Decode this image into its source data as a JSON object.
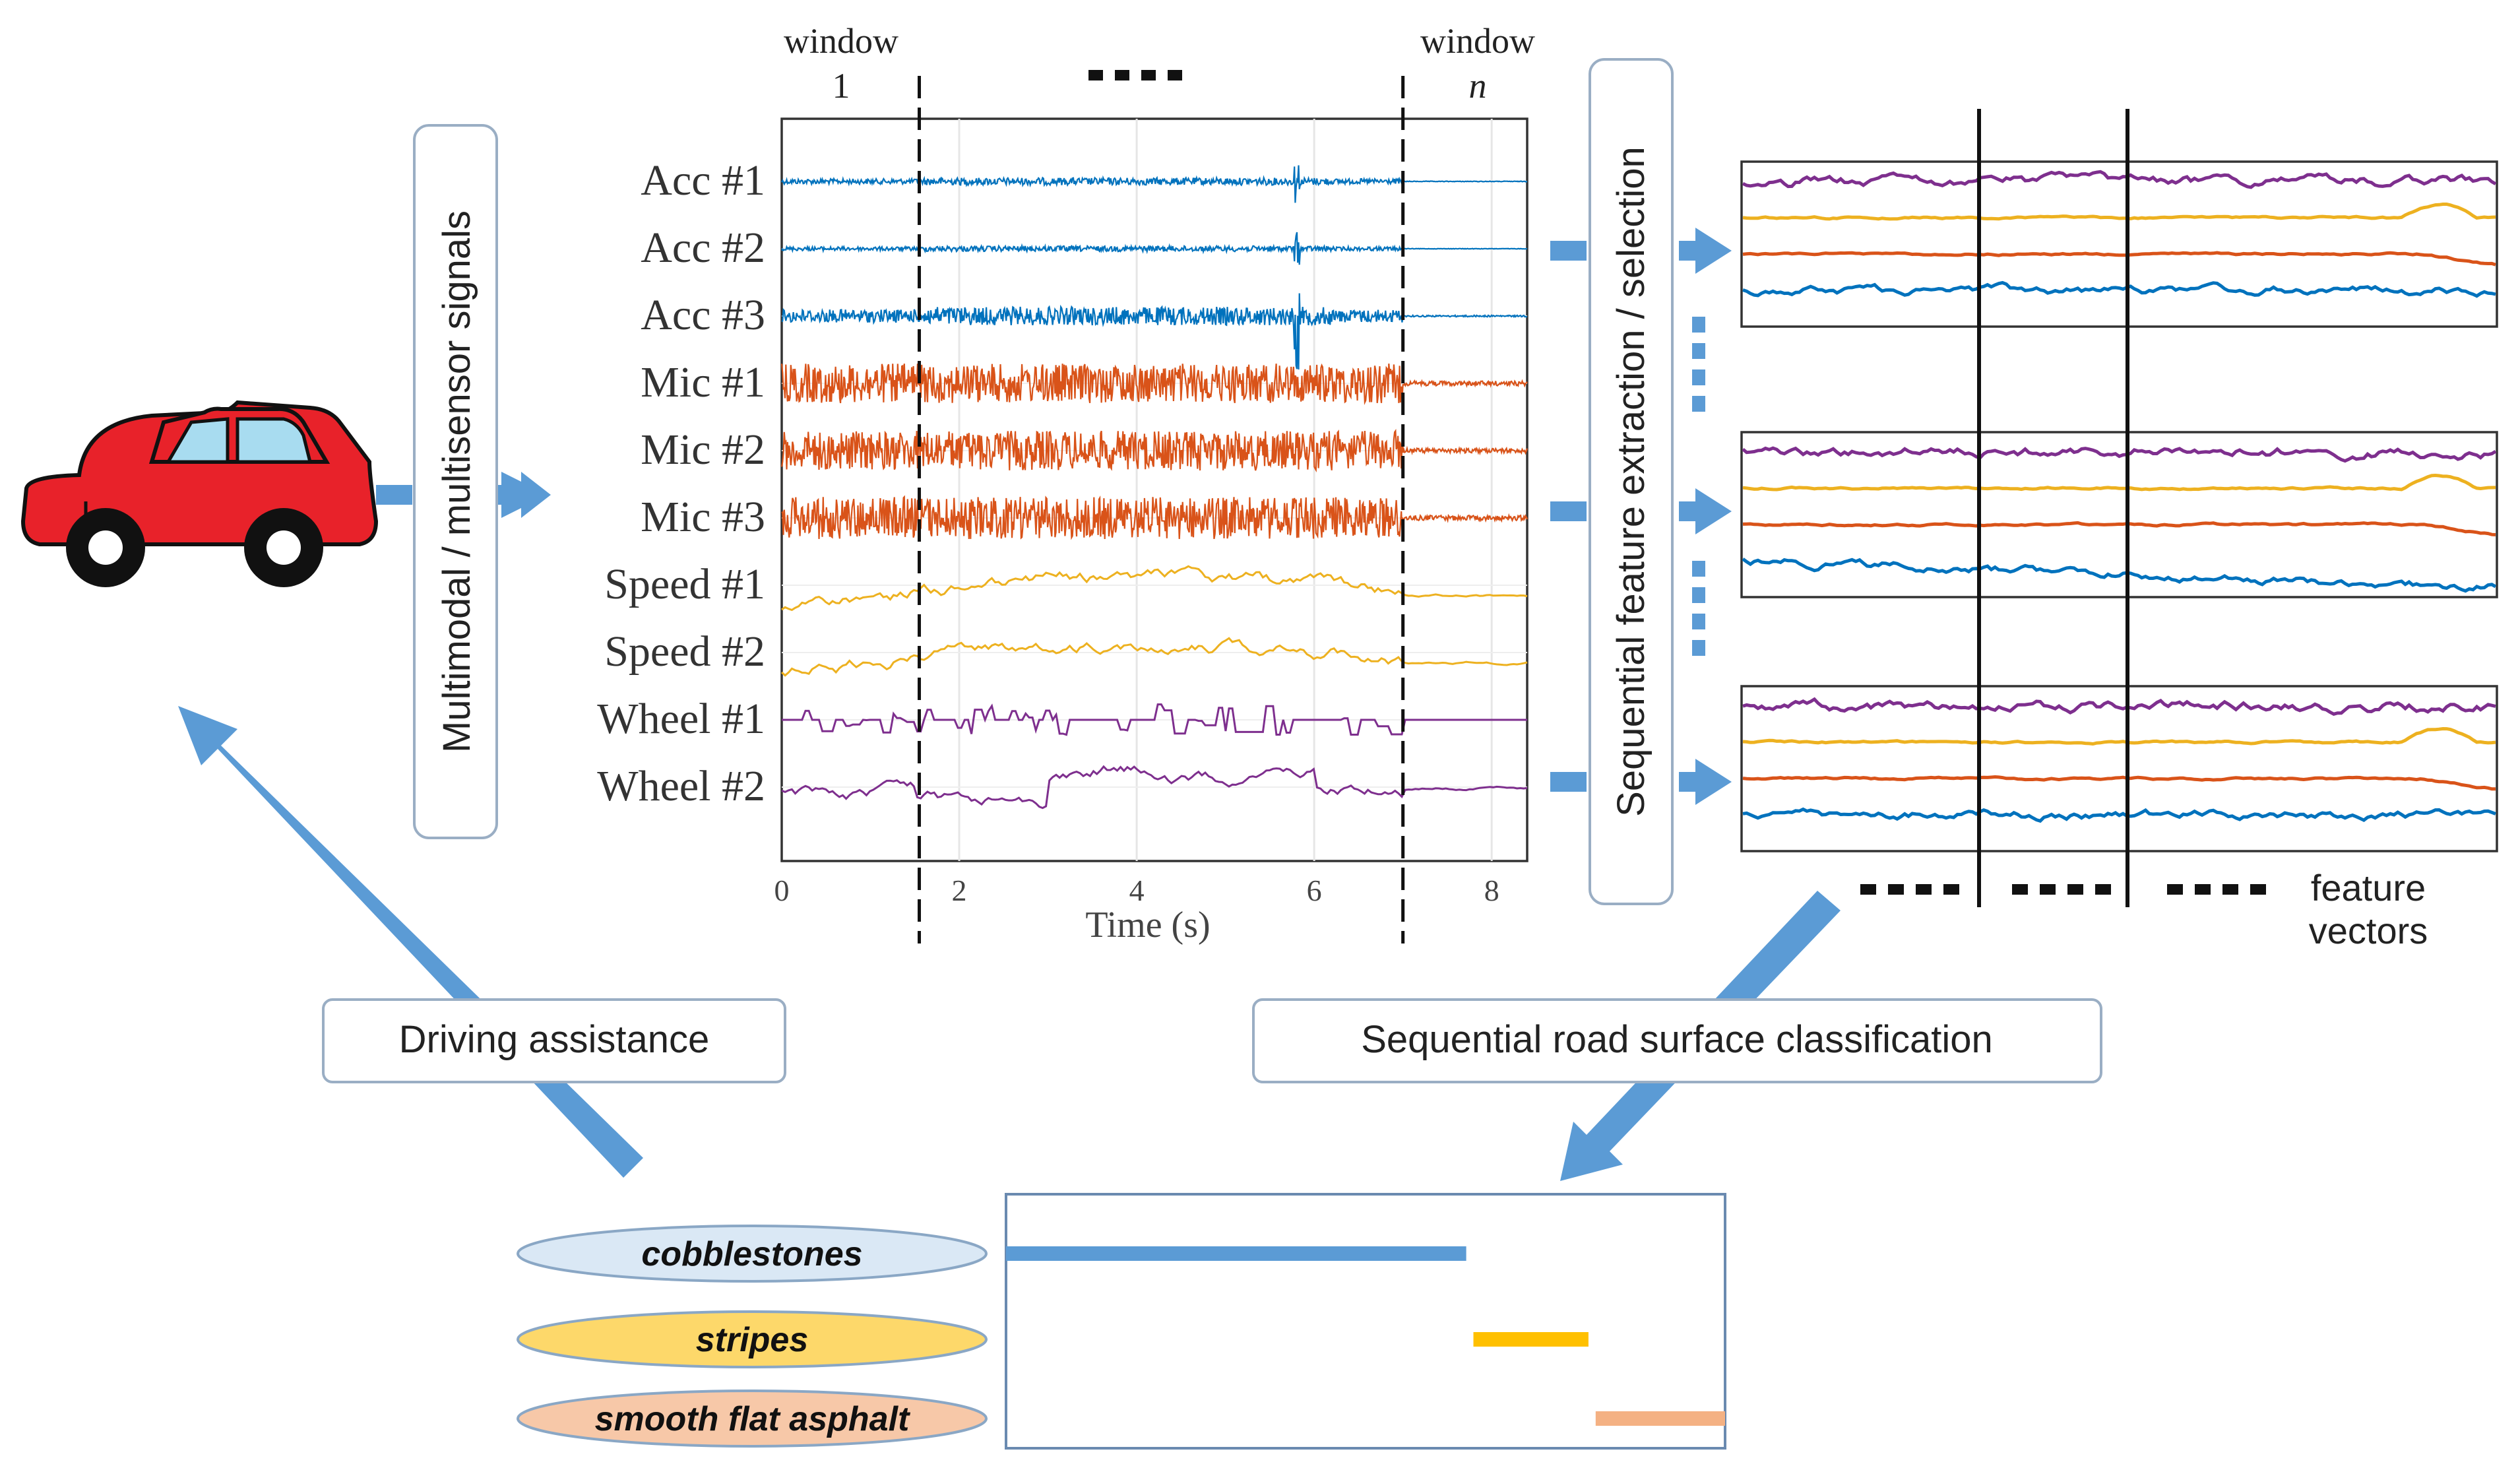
{
  "labels": {
    "multisensor": "Multimodal / multisensor signals",
    "feature_extraction": "Sequential feature extraction / selection",
    "driving_assistance": "Driving assistance",
    "classification": "Sequential road surface classification",
    "feature_vectors_1": "feature",
    "feature_vectors_2": "vectors"
  },
  "signal_plot": {
    "window_first_1": "window",
    "window_first_2": "1",
    "window_last_1": "window",
    "window_last_2": "n",
    "xlabel": "Time (s)",
    "xticks": [
      "0",
      "2",
      "4",
      "6",
      "8"
    ],
    "x_range": [
      0,
      8.4
    ],
    "channels": [
      {
        "name": "Acc #1",
        "type": "noise",
        "amp": 4,
        "color": "#0072bd"
      },
      {
        "name": "Acc #2",
        "type": "noise",
        "amp": 3,
        "color": "#0072bd"
      },
      {
        "name": "Acc #3",
        "type": "noise",
        "amp": 10,
        "color": "#0072bd"
      },
      {
        "name": "Mic #1",
        "type": "noise",
        "amp": 30,
        "color": "#d95319"
      },
      {
        "name": "Mic #2",
        "type": "noise",
        "amp": 30,
        "color": "#d95319"
      },
      {
        "name": "Mic #3",
        "type": "noise",
        "amp": 32,
        "color": "#d95319"
      },
      {
        "name": "Speed #1",
        "type": "smooth",
        "amp": 40,
        "color": "#edb120"
      },
      {
        "name": "Speed #2",
        "type": "smooth",
        "amp": 40,
        "color": "#edb120"
      },
      {
        "name": "Wheel #1",
        "type": "steps",
        "amp": 24,
        "color": "#7e2f8e"
      },
      {
        "name": "Wheel #2",
        "type": "smooth",
        "amp": 44,
        "color": "#7e2f8e"
      }
    ],
    "window_boundaries_s": [
      1.55,
      7.0
    ]
  },
  "classes": [
    {
      "label": "cobblestones",
      "fill": "#dae8f5",
      "bar_color": "#5b9bd5",
      "start": 0.0,
      "end": 0.64
    },
    {
      "label": "stripes",
      "fill": "#fdd86a",
      "bar_color": "#ffc000",
      "start": 0.65,
      "end": 0.81
    },
    {
      "label": "smooth  flat asphalt",
      "fill": "#f7c8a8",
      "bar_color": "#f4b183",
      "start": 0.82,
      "end": 1.0
    }
  ],
  "colors": {
    "accent_arrow": "#5b9bd5",
    "car_body": "#e8222a",
    "car_window": "#a8dcf0"
  },
  "icons": [
    "car-icon"
  ]
}
